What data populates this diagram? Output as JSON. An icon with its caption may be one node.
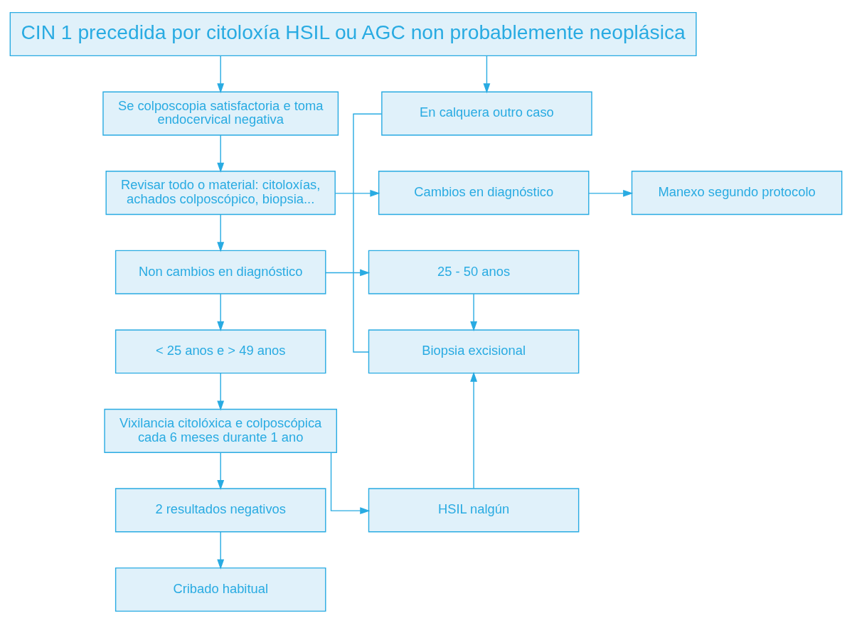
{
  "diagram": {
    "nodes": [
      {
        "text": [
          "CIN 1 precedida por citoloxía HSIL ou AGC non probablemente neoplásica"
        ]
      },
      {
        "text": [
          "Se colposcopia satisfactoria e toma endocervical negativa"
        ]
      },
      {
        "text": [
          "En calquera outro caso"
        ]
      },
      {
        "text": [
          "Revisar todo o material: citoloxías, achados colposcópico, biopsia..."
        ]
      },
      {
        "text": [
          "Cambios en diagnóstico"
        ]
      },
      {
        "text": [
          "Manexo segundo protocolo"
        ]
      },
      {
        "text": [
          "Non cambios en diagnóstico"
        ]
      },
      {
        "text": [
          "25 - 50 anos"
        ]
      },
      {
        "text": [
          "< 25 anos e > 49 anos"
        ]
      },
      {
        "text": [
          "Biopsia excisional"
        ]
      },
      {
        "text": [
          "Vixilancia citolóxica e colposcópica cada 6 meses durante 1 ano"
        ]
      },
      {
        "text": [
          "2 resultados negativos"
        ]
      },
      {
        "text": [
          "HSIL nalgún"
        ]
      },
      {
        "text": [
          "Cribado habitual"
        ]
      }
    ],
    "edges": [
      {
        "from": 0,
        "to": 1,
        "arrow": "to"
      },
      {
        "from": 0,
        "to": 2,
        "arrow": "to"
      },
      {
        "from": 1,
        "to": 3,
        "arrow": "to"
      },
      {
        "from": 3,
        "to": 4,
        "arrow": "to"
      },
      {
        "from": 4,
        "to": 5,
        "arrow": "to"
      },
      {
        "from": 3,
        "to": 6,
        "arrow": "to"
      },
      {
        "from": 6,
        "to": 7,
        "arrow": "to"
      },
      {
        "from": 6,
        "to": 8,
        "arrow": "to"
      },
      {
        "from": 7,
        "to": 9,
        "arrow": "to"
      },
      {
        "from": 8,
        "to": 10,
        "arrow": "to"
      },
      {
        "from": 10,
        "to": 11,
        "arrow": "to"
      },
      {
        "from": 10,
        "to": 12,
        "arrow": "to"
      },
      {
        "from": 12,
        "to": 9,
        "arrow": "to"
      },
      {
        "from": 2,
        "to": 9,
        "arrow": "none"
      },
      {
        "from": 11,
        "to": 13,
        "arrow": "to"
      }
    ]
  }
}
